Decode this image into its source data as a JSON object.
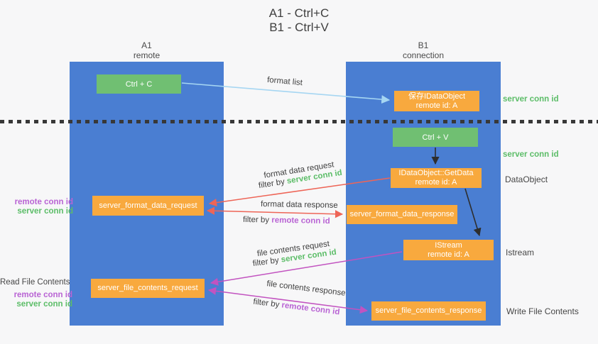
{
  "title": {
    "line1": "A1 - Ctrl+C",
    "line2": "B1 - Ctrl+V"
  },
  "columns": {
    "a1": {
      "name": "A1",
      "subtitle": "remote"
    },
    "b1": {
      "name": "B1",
      "subtitle": "connection"
    }
  },
  "boxes": {
    "ctrl_c": {
      "label": "Ctrl + C"
    },
    "ctrl_v": {
      "label": "Ctrl + V"
    },
    "save_dataobject": {
      "line1": "保存IDataObject",
      "line2": "remote id: A"
    },
    "getdata": {
      "line1": "IDataObject::GetData",
      "line2": "remote id: A"
    },
    "istream": {
      "line1": "IStream",
      "line2": "remote id: A"
    },
    "format_request": {
      "label": "server_format_data_request"
    },
    "format_response": {
      "label": "server_format_data_response"
    },
    "file_request": {
      "label": "server_file_contents_request"
    },
    "file_response": {
      "label": "server_file_contents_response"
    }
  },
  "right_labels": {
    "server_conn_id_top": "server conn id",
    "server_conn_id_mid": "server conn id",
    "dataobject": "DataObject",
    "istream": "Istream",
    "write_file_contents": "Write File Contents"
  },
  "left_labels": {
    "remote_conn_id_1": "remote conn id",
    "server_conn_id_1": "server conn id",
    "read_file_contents": "Read File Contents",
    "remote_conn_id_2": "remote conn id",
    "server_conn_id_2": "server conn id"
  },
  "arrows": {
    "format_list": {
      "label": "format list"
    },
    "format_data_request": {
      "label": "format data request",
      "filter_prefix": "filter by",
      "filter_key": "server conn id"
    },
    "format_data_response": {
      "label": "format data response",
      "filter_prefix": "filter by",
      "filter_key": "remote conn id"
    },
    "file_contents_request": {
      "label": "file contents request",
      "filter_prefix": "filter by",
      "filter_key": "server conn id"
    },
    "file_contents_response": {
      "label": "file contents response",
      "filter_prefix": "filter by",
      "filter_key": "remote conn id"
    }
  },
  "colors": {
    "background": "#f7f7f8",
    "column-blue": "#4a7ed2",
    "box-green": "#70bf72",
    "box-orange": "#f8a93e",
    "arrow-blue": "#a6d6f2",
    "arrow-red": "#ee6557",
    "arrow-magenta": "#c253c0",
    "arrow-black": "#2e2e2e",
    "text-dark": "#3f3f3f",
    "text-green": "#5cbd68",
    "text-purple": "#b964d4"
  }
}
